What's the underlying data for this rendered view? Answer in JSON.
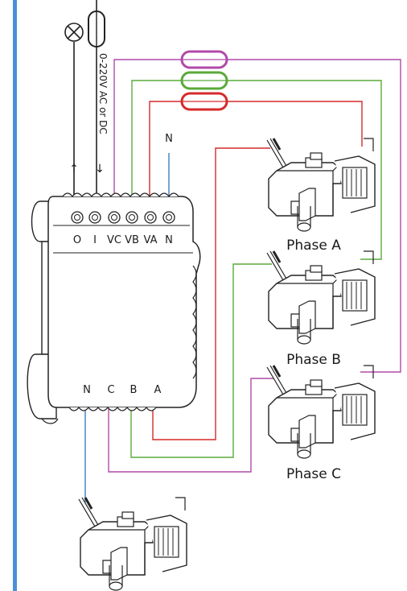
{
  "colors": {
    "accent_bar": "#4a90d9",
    "outline": "#222222",
    "body_fill": "#ffffff",
    "wire_black": "#222222",
    "wire_blue": "#3a7ebf",
    "wire_red": "#d62a2a",
    "wire_green": "#5aaa3a",
    "wire_purple": "#b04aa8"
  },
  "power": {
    "supply_label": "0-220V AC or DC",
    "arrow_up": "↑",
    "arrow_down": "↓",
    "lamp_icon": "lamp-icon",
    "fuse_icon": "fuse-icon"
  },
  "neutral_top_label": "N",
  "top_terminals": [
    "O",
    "I",
    "VC",
    "VB",
    "VA",
    "N"
  ],
  "bottom_terminals": [
    "N",
    "C",
    "B",
    "A"
  ],
  "phases": [
    "Phase A",
    "Phase B",
    "Phase C"
  ],
  "fuses": [
    {
      "color_key": "wire_purple"
    },
    {
      "color_key": "wire_green"
    },
    {
      "color_key": "wire_red"
    }
  ],
  "ct_icon": "current-transformer-icon"
}
